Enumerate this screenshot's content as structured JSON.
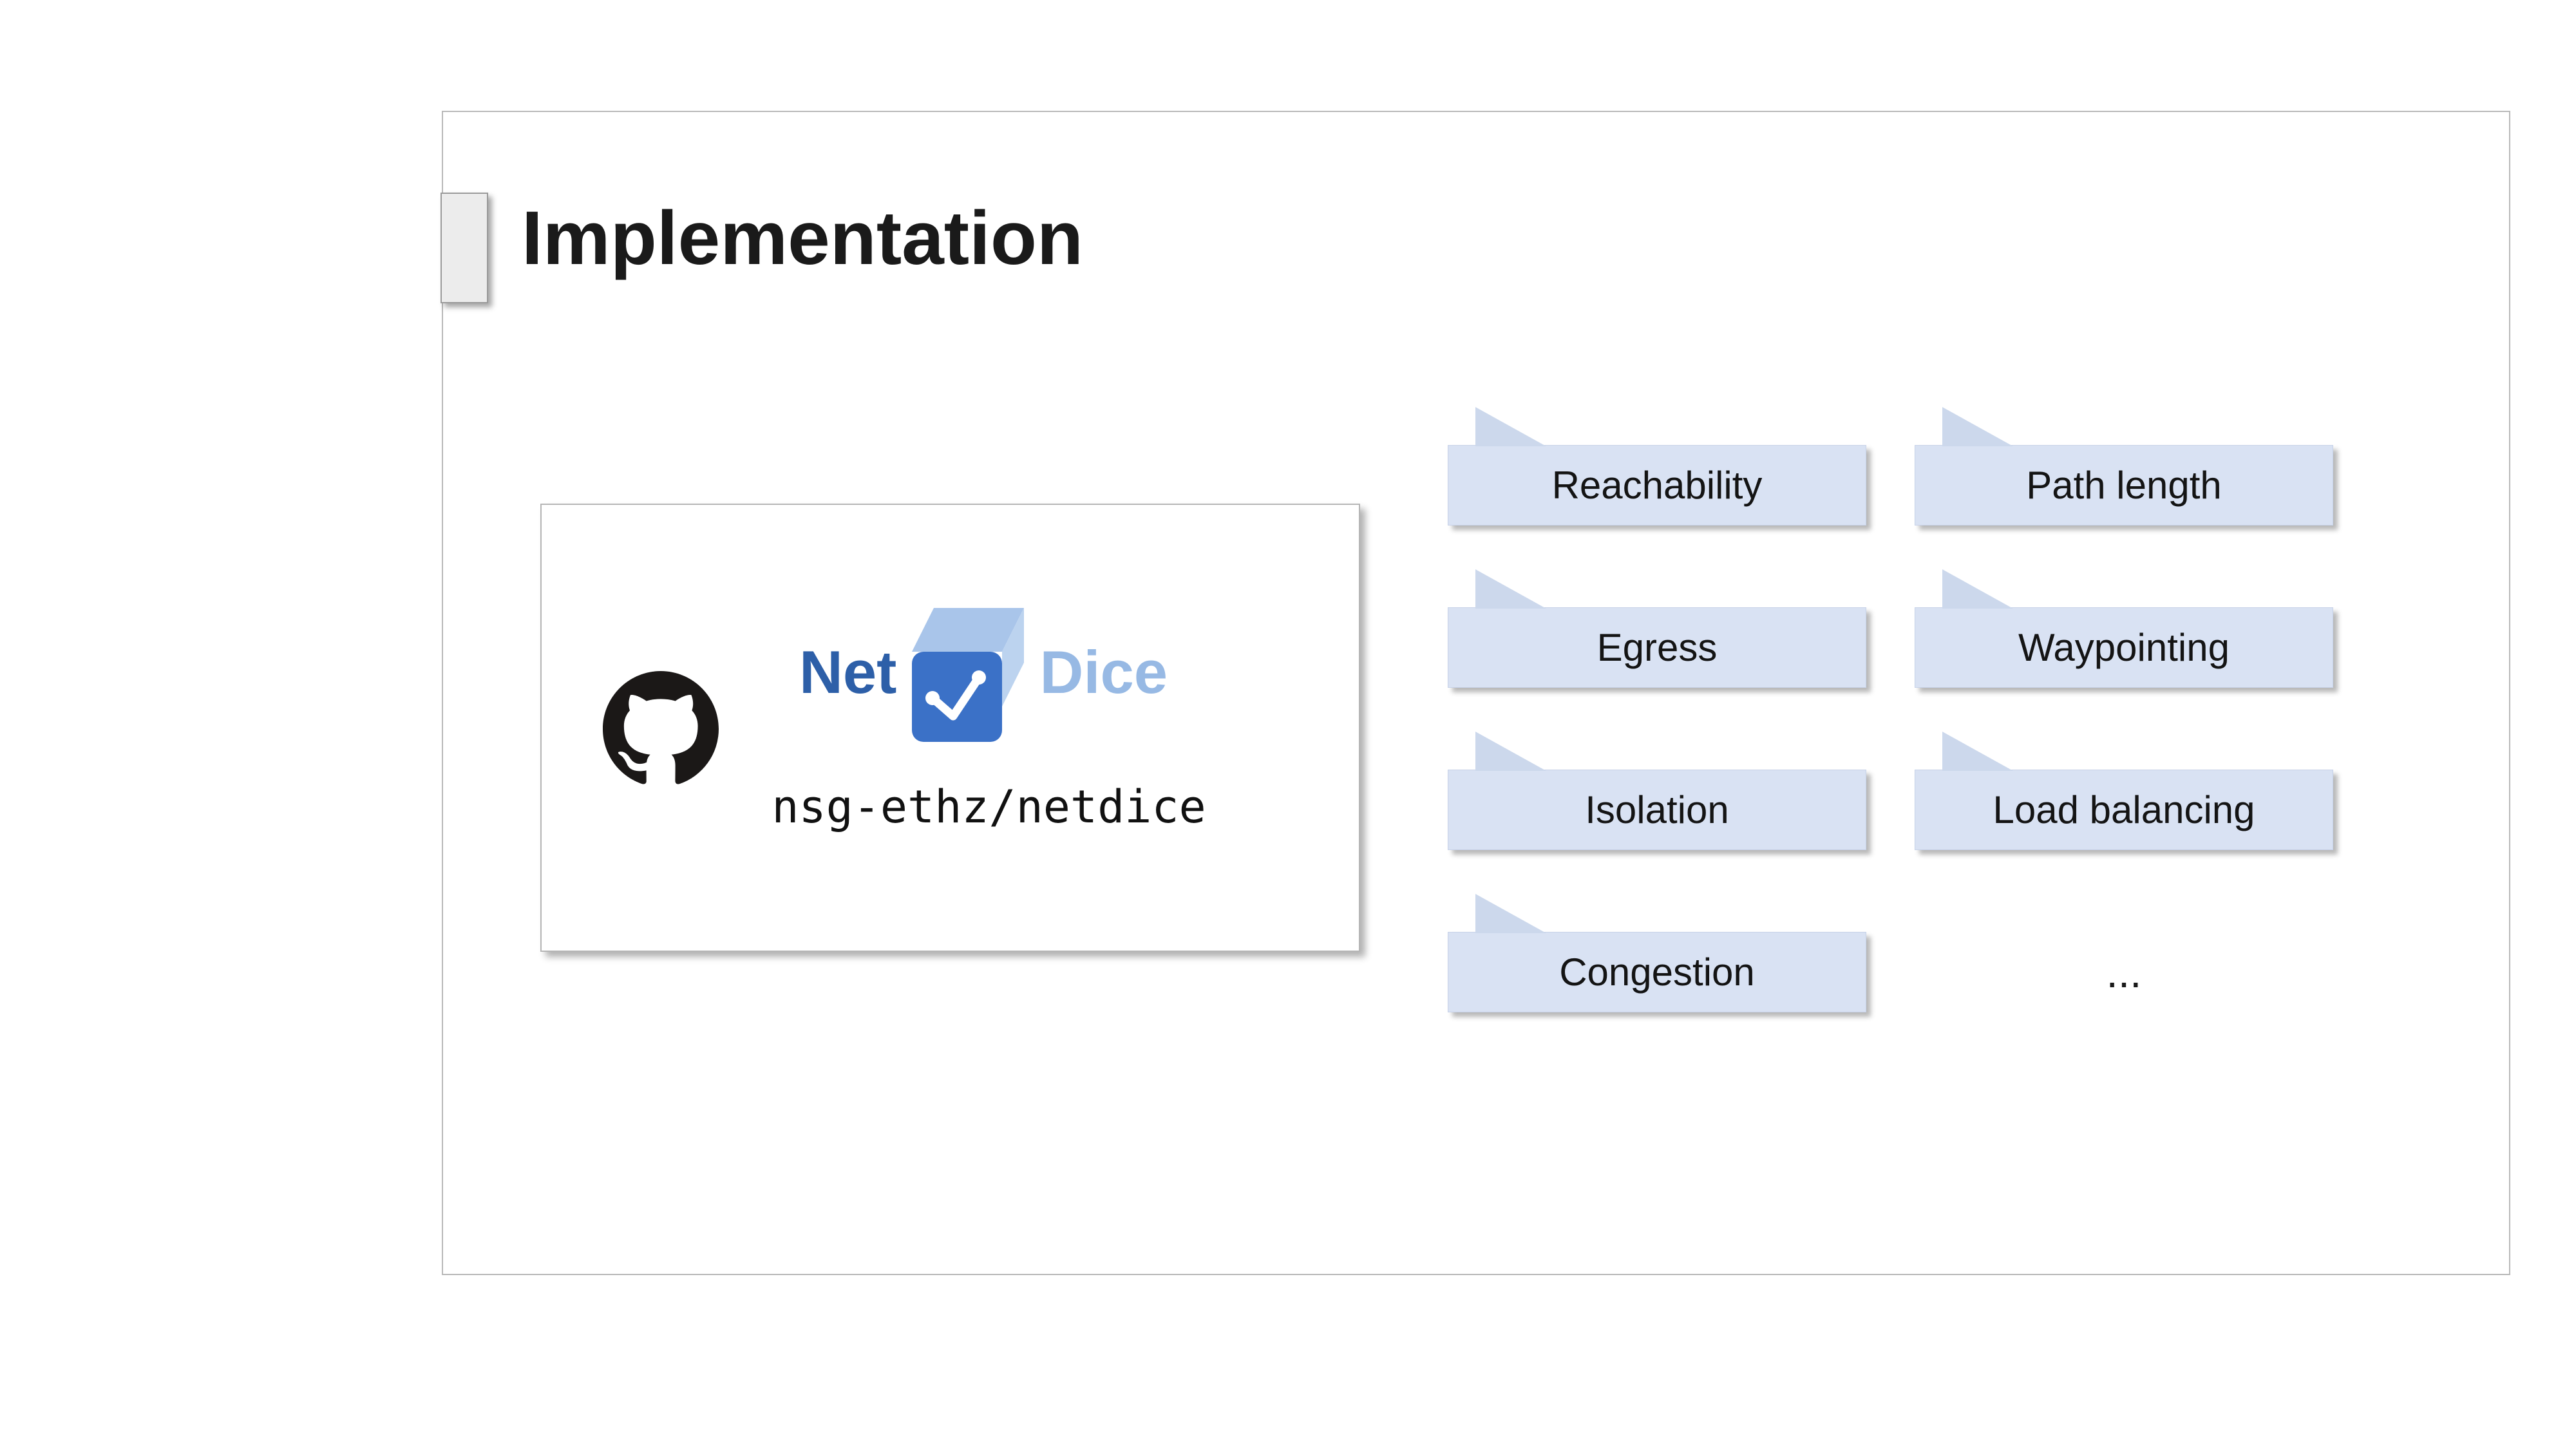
{
  "slide": {
    "title": "Implementation",
    "github_card": {
      "logo_net": "Net",
      "logo_dice": "Dice",
      "repo": "nsg-ethz/netdice"
    },
    "properties": {
      "tags": [
        "Reachability",
        "Path length",
        "Egress",
        "Waypointing",
        "Isolation",
        "Load balancing",
        "Congestion"
      ],
      "more": "..."
    },
    "colors": {
      "tag_fill": "#d9e2f3",
      "tag_flag": "#ccd8ec",
      "net_blue": "#2d5fa8",
      "dice_text_blue": "#97b9e4",
      "dice_front": "#3b71c7",
      "dice_top": "#a9c5ea",
      "github_black": "#1b1817"
    }
  }
}
